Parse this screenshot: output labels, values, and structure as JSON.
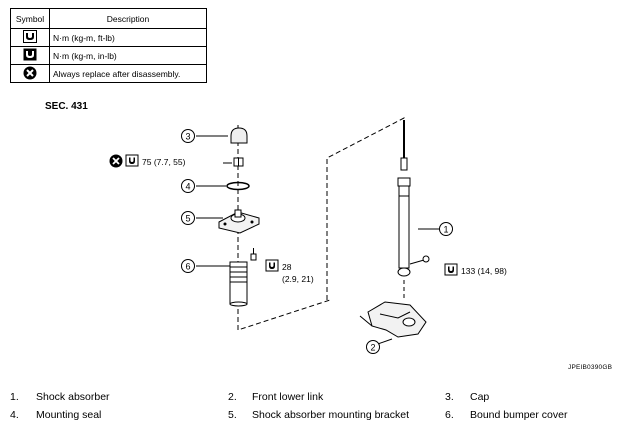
{
  "legend": {
    "header_symbol": "Symbol",
    "header_description": "Description",
    "rows": [
      {
        "icon": "torque-wrench-icon",
        "description": "N·m (kg-m, ft-lb)"
      },
      {
        "icon": "torque-wrench-small-icon",
        "description": "N·m (kg-m, in-lb)"
      },
      {
        "icon": "replace-x-icon",
        "description": "Always replace after disassembly."
      }
    ]
  },
  "section": "SEC. 431",
  "callouts": {
    "c1": "1",
    "c2": "2",
    "c3": "3",
    "c4": "4",
    "c5": "5",
    "c6": "6"
  },
  "torques": {
    "nut": "75 (7.7, 55)",
    "bracket_line1": "28",
    "bracket_line2": "(2.9, 21)",
    "lower": "133 (14, 98)"
  },
  "figure_code": "JPEIB0390GB",
  "parts": [
    {
      "num": "1.",
      "name": "Shock absorber"
    },
    {
      "num": "2.",
      "name": "Front lower link"
    },
    {
      "num": "3.",
      "name": "Cap"
    },
    {
      "num": "4.",
      "name": "Mounting seal"
    },
    {
      "num": "5.",
      "name": "Shock absorber mounting bracket"
    },
    {
      "num": "6.",
      "name": "Bound bumper cover"
    }
  ]
}
